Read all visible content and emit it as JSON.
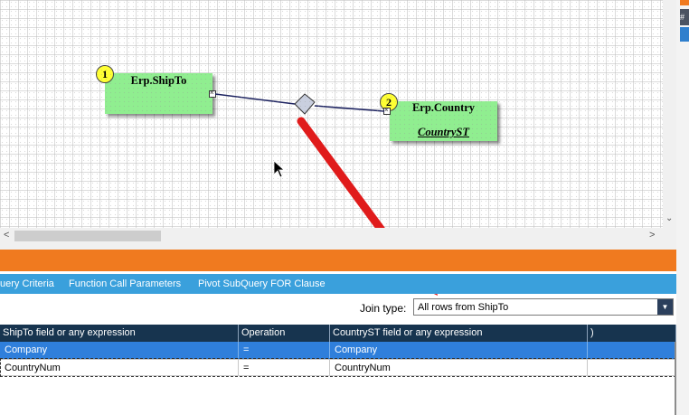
{
  "diagram": {
    "tables": [
      {
        "number": "1",
        "name": "Erp.ShipTo",
        "alias": ""
      },
      {
        "number": "2",
        "name": "Erp.Country",
        "alias": "CountryST"
      }
    ]
  },
  "tabs": [
    {
      "label": "uery Criteria"
    },
    {
      "label": "Function Call Parameters"
    },
    {
      "label": "Pivot SubQuery FOR Clause"
    }
  ],
  "join": {
    "label": "Join type:",
    "value": "All rows from ShipTo"
  },
  "grid": {
    "headers": [
      "ShipTo field or any expression",
      "Operation",
      "CountryST field or any expression",
      ")"
    ],
    "rows": [
      {
        "left": "Company",
        "op": "=",
        "right": "Company",
        "paren": ""
      },
      {
        "left": "CountryNum",
        "op": "=",
        "right": "CountryNum",
        "paren": ""
      }
    ]
  },
  "right_strip": {
    "glyph": "#"
  },
  "colors": {
    "node_fill": "#90ee90",
    "badge_fill": "#ffff33",
    "orange_bar": "#f07a1f",
    "tab_bar": "#3aa0dc",
    "grid_header": "#17344f",
    "selected_row": "#2f7fdb",
    "arrow": "#e01b1b"
  },
  "icons": {
    "join_connector": "diamond-connector-icon",
    "dropdown": "triangle-down-icon",
    "cursor": "mouse-pointer-icon"
  }
}
